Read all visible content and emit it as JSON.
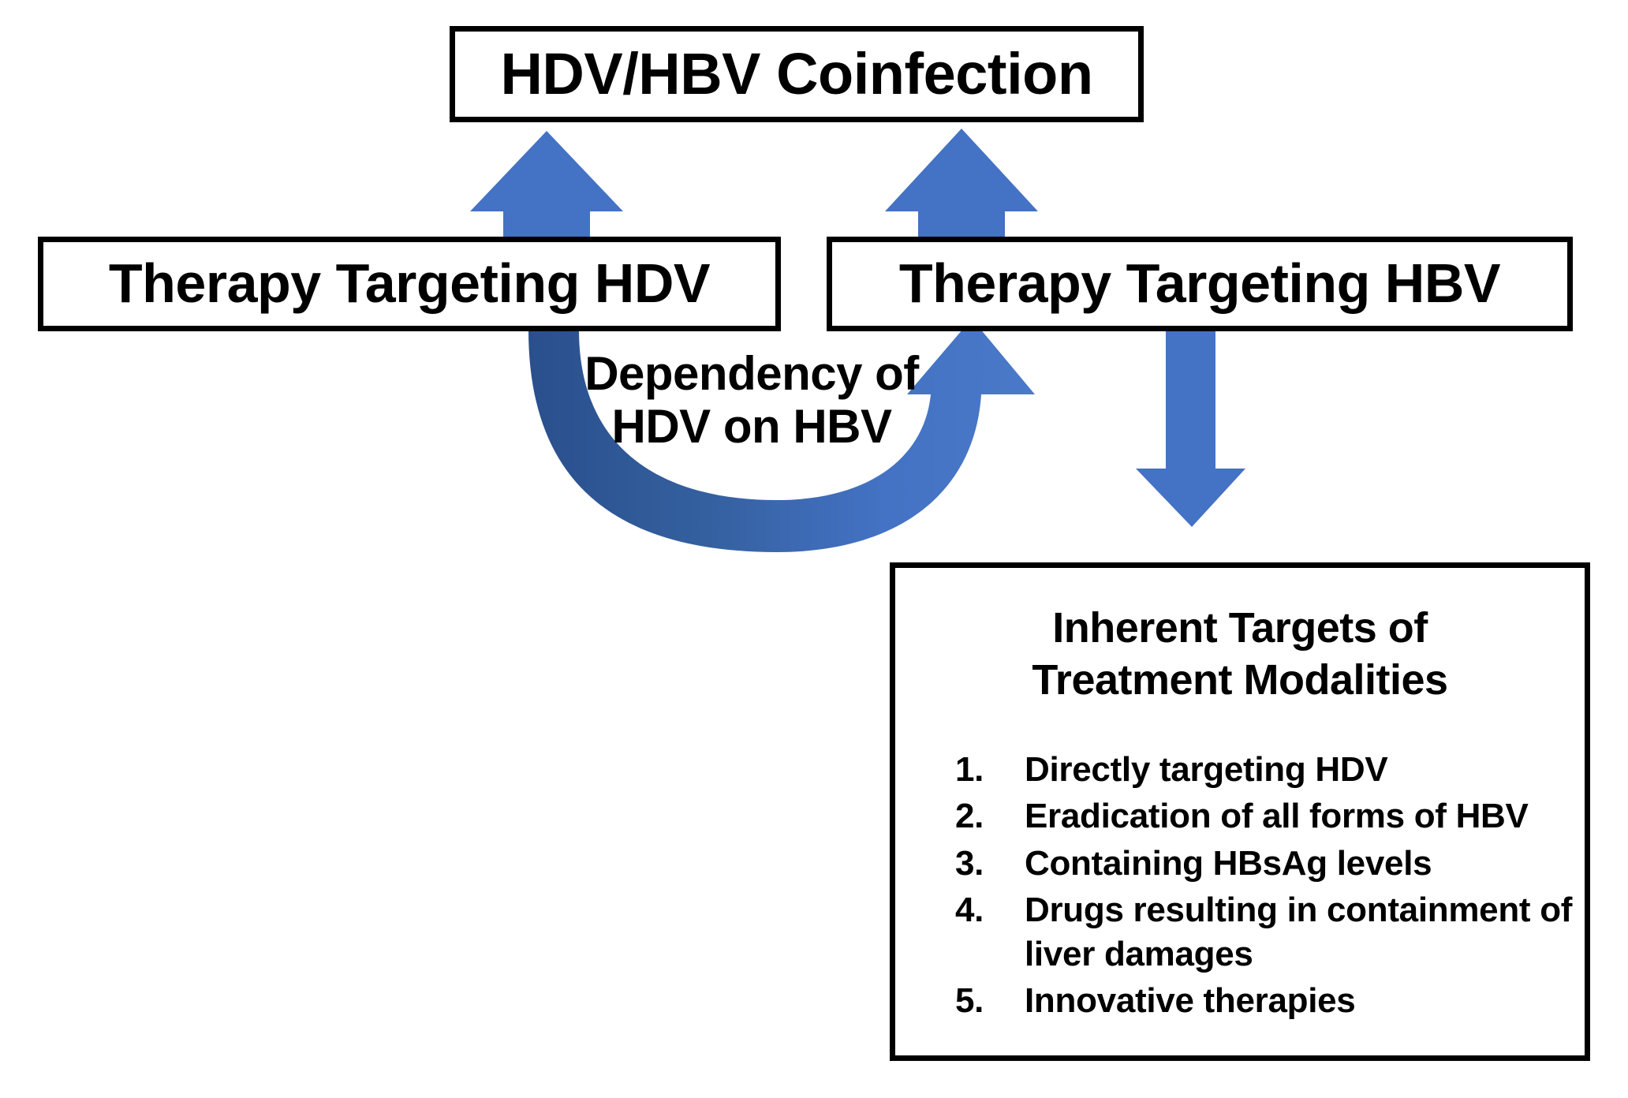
{
  "diagram": {
    "title_box": {
      "label": "HDV/HBV Coinfection"
    },
    "therapy_hdv_box": {
      "label": "Therapy Targeting HDV"
    },
    "therapy_hbv_box": {
      "label": "Therapy Targeting HBV"
    },
    "dependency_arrow": {
      "caption_line1": "Dependency of",
      "caption_line2": "HDV on HBV"
    },
    "targets_box": {
      "title_line1": "Inherent Targets of",
      "title_line2": "Treatment Modalities",
      "items": [
        "Directly targeting HDV",
        "Eradication of all forms of HBV",
        "Containing HBsAg levels",
        "Drugs resulting in containment of liver damages",
        "Innovative therapies"
      ]
    },
    "arrows": {
      "hdv_to_coinfection": "up-arrow-icon",
      "hbv_to_coinfection": "up-arrow-icon",
      "hbv_to_targets": "down-arrow-icon",
      "hdv_to_hbv_curve": "curved-up-arrow-icon"
    },
    "colors": {
      "arrow_blue": "#4472C4",
      "arrow_blue_dark": "#2E5598",
      "box_border": "#000000",
      "background": "#FFFFFF",
      "text": "#000000"
    }
  }
}
